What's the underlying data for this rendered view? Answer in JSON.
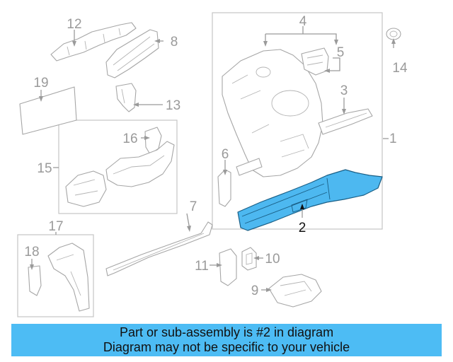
{
  "callouts": {
    "c1": "1",
    "c2": "2",
    "c3": "3",
    "c4": "4",
    "c5": "5",
    "c6": "6",
    "c7": "7",
    "c8": "8",
    "c9": "9",
    "c10": "10",
    "c11": "11",
    "c12": "12",
    "c13": "13",
    "c14": "14",
    "c15": "15",
    "c16": "16",
    "c17": "17",
    "c18": "18",
    "c19": "19"
  },
  "highlighted_part": "2",
  "colors": {
    "highlight": "#4db8f0",
    "banner": "#4dbcf4",
    "line": "#9a9a9a"
  },
  "banner": {
    "line1": "Part or sub-assembly is #2 in diagram",
    "line2": "Diagram may not be specific to your vehicle"
  }
}
